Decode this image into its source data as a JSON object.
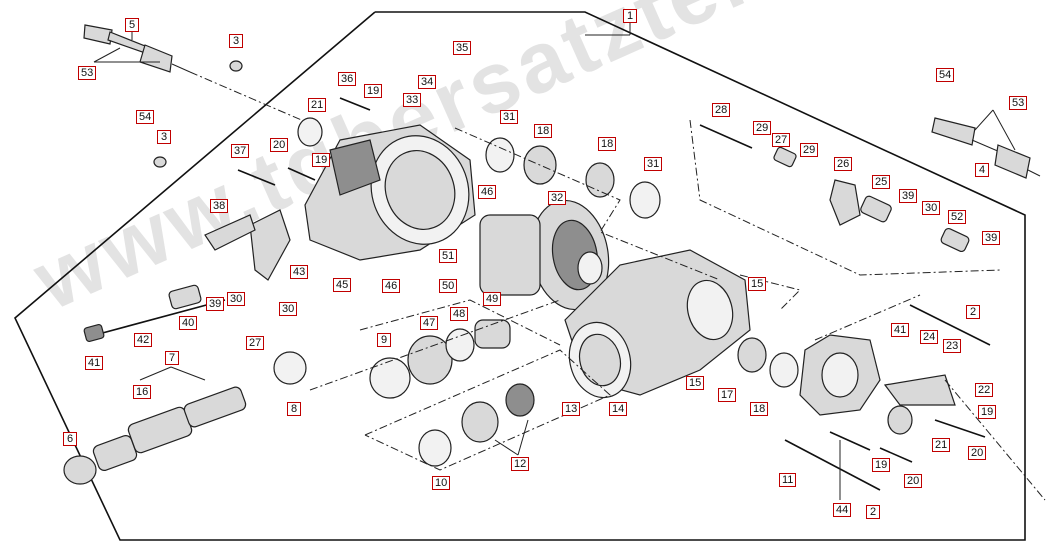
{
  "watermark": "www.tgbersatzteile.de",
  "colors": {
    "callout_border": "#c00000",
    "line": "#111111",
    "background": "#ffffff"
  },
  "callouts": [
    {
      "id": "c1",
      "text": "1"
    },
    {
      "id": "c5",
      "text": "5"
    },
    {
      "id": "c53a",
      "text": "53"
    },
    {
      "id": "c3a",
      "text": "3"
    },
    {
      "id": "c54a",
      "text": "54"
    },
    {
      "id": "c3b",
      "text": "3"
    },
    {
      "id": "c35",
      "text": "35"
    },
    {
      "id": "c36",
      "text": "36"
    },
    {
      "id": "c34",
      "text": "34"
    },
    {
      "id": "c19a",
      "text": "19"
    },
    {
      "id": "c33",
      "text": "33"
    },
    {
      "id": "c21a",
      "text": "21"
    },
    {
      "id": "c37",
      "text": "37"
    },
    {
      "id": "c20a",
      "text": "20"
    },
    {
      "id": "c19b",
      "text": "19"
    },
    {
      "id": "c31a",
      "text": "31"
    },
    {
      "id": "c18a",
      "text": "18"
    },
    {
      "id": "c18b",
      "text": "18"
    },
    {
      "id": "c31b",
      "text": "31"
    },
    {
      "id": "c28",
      "text": "28"
    },
    {
      "id": "c29a",
      "text": "29"
    },
    {
      "id": "c27a",
      "text": "27"
    },
    {
      "id": "c29b",
      "text": "29"
    },
    {
      "id": "c26",
      "text": "26"
    },
    {
      "id": "c25",
      "text": "25"
    },
    {
      "id": "c39a",
      "text": "39"
    },
    {
      "id": "c30a",
      "text": "30"
    },
    {
      "id": "c52",
      "text": "52"
    },
    {
      "id": "c39b",
      "text": "39"
    },
    {
      "id": "c54b",
      "text": "54"
    },
    {
      "id": "c53b",
      "text": "53"
    },
    {
      "id": "c4",
      "text": "4"
    },
    {
      "id": "c38",
      "text": "38"
    },
    {
      "id": "c46a",
      "text": "46"
    },
    {
      "id": "c32",
      "text": "32"
    },
    {
      "id": "c51",
      "text": "51"
    },
    {
      "id": "c46b",
      "text": "46"
    },
    {
      "id": "c50",
      "text": "50"
    },
    {
      "id": "c45",
      "text": "45"
    },
    {
      "id": "c43",
      "text": "43"
    },
    {
      "id": "c39c",
      "text": "39"
    },
    {
      "id": "c30b",
      "text": "30"
    },
    {
      "id": "c40",
      "text": "40"
    },
    {
      "id": "c30c",
      "text": "30"
    },
    {
      "id": "c41a",
      "text": "41"
    },
    {
      "id": "c42",
      "text": "42"
    },
    {
      "id": "c27b",
      "text": "27"
    },
    {
      "id": "c49",
      "text": "49"
    },
    {
      "id": "c48",
      "text": "48"
    },
    {
      "id": "c47",
      "text": "47"
    },
    {
      "id": "c9",
      "text": "9"
    },
    {
      "id": "c15a",
      "text": "15"
    },
    {
      "id": "c2a",
      "text": "2"
    },
    {
      "id": "c41b",
      "text": "41"
    },
    {
      "id": "c24",
      "text": "24"
    },
    {
      "id": "c23",
      "text": "23"
    },
    {
      "id": "c7",
      "text": "7"
    },
    {
      "id": "c16",
      "text": "16"
    },
    {
      "id": "c8",
      "text": "8"
    },
    {
      "id": "c15b",
      "text": "15"
    },
    {
      "id": "c17",
      "text": "17"
    },
    {
      "id": "c18c",
      "text": "18"
    },
    {
      "id": "c22",
      "text": "22"
    },
    {
      "id": "c19c",
      "text": "19"
    },
    {
      "id": "c13",
      "text": "13"
    },
    {
      "id": "c14",
      "text": "14"
    },
    {
      "id": "c6",
      "text": "6"
    },
    {
      "id": "c12",
      "text": "12"
    },
    {
      "id": "c10",
      "text": "10"
    },
    {
      "id": "c21b",
      "text": "21"
    },
    {
      "id": "c20b",
      "text": "20"
    },
    {
      "id": "c19d",
      "text": "19"
    },
    {
      "id": "c11",
      "text": "11"
    },
    {
      "id": "c20c",
      "text": "20"
    },
    {
      "id": "c44",
      "text": "44"
    },
    {
      "id": "c2b",
      "text": "2"
    }
  ]
}
